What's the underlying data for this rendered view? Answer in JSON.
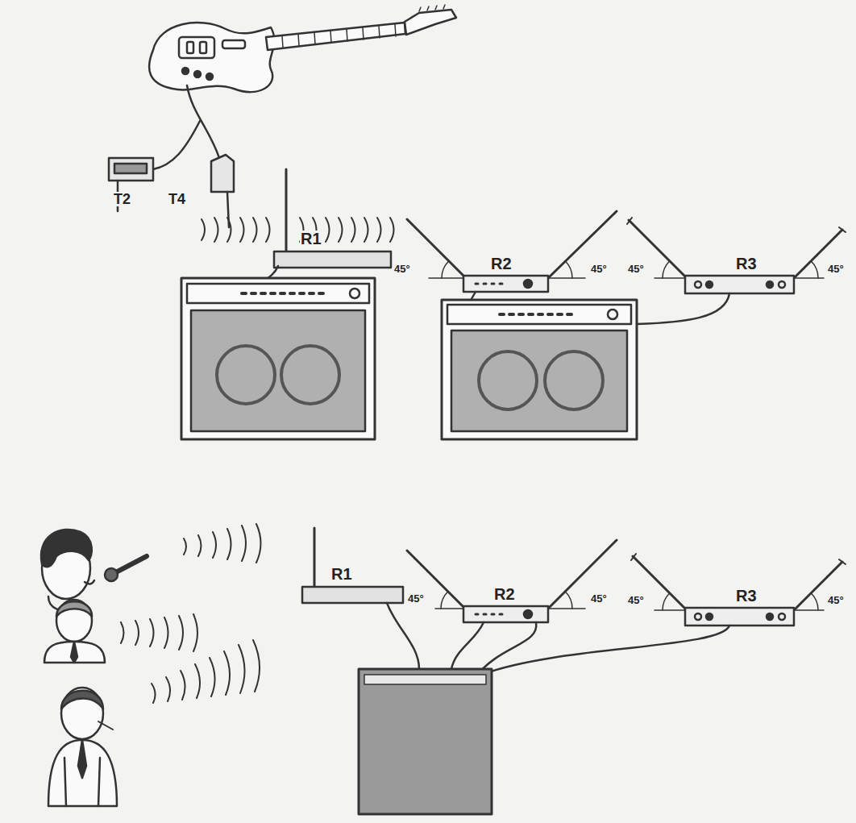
{
  "diagram": {
    "labels": [
      "T2",
      "T4",
      "R1",
      "R2",
      "45°",
      "45°",
      "R3",
      "45°",
      "45°",
      "R1",
      "R2",
      "45°",
      "45°",
      "R3",
      "45°",
      "45°"
    ]
  }
}
